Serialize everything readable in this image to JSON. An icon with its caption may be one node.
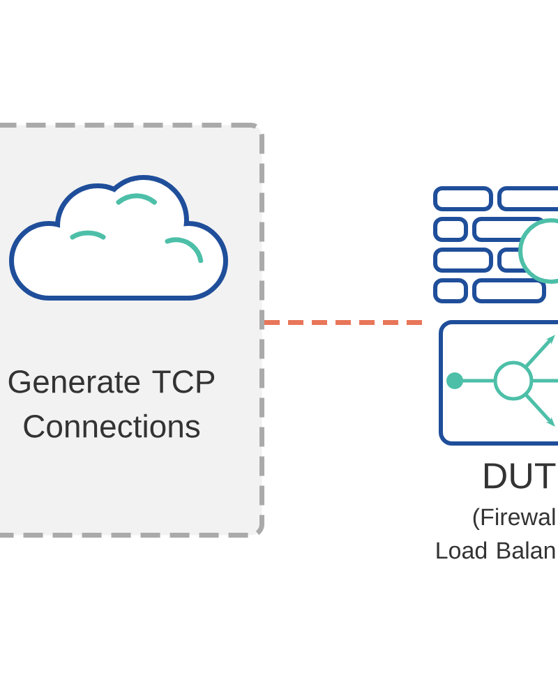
{
  "diagram": {
    "nodes": [
      {
        "text": [
          "Generate TCP Connections"
        ]
      },
      {
        "text": [
          "DUT",
          "(Firewal Load Balan"
        ]
      }
    ],
    "edges": [
      {
        "from": 0,
        "to": 1,
        "arrow": "none",
        "style": "dashed",
        "color": "#e8765a"
      }
    ]
  }
}
